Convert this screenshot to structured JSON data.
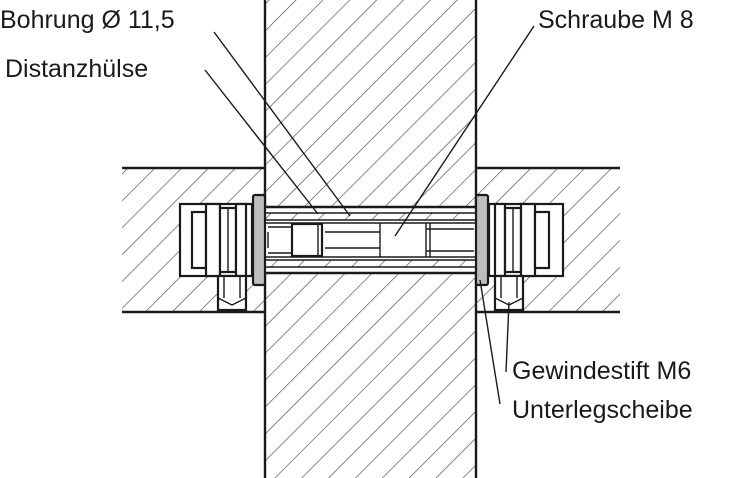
{
  "labels": {
    "bohrung": "Bohrung Ø 11,5",
    "distanzhuelse": "Distanzhülse",
    "schraube": "Schraube M 8",
    "gewindestift": "Gewindestift M6",
    "unterlegscheibe": "Unterlegscheibe"
  },
  "colors": {
    "line": "#1a1a1a",
    "hatch": "#4a4a4a",
    "washer": "#bdbdbd",
    "background": "#ffffff"
  }
}
